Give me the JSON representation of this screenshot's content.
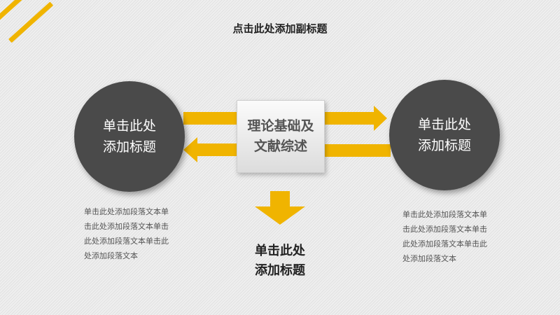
{
  "subtitle": "点击此处添加副标题",
  "left_circle": {
    "line1": "单击此处",
    "line2": "添加标题"
  },
  "right_circle": {
    "line1": "单击此处",
    "line2": "添加标题"
  },
  "center_box": {
    "line1": "理论基础及",
    "line2": "文献综述"
  },
  "bottom_title": {
    "line1": "单击此处",
    "line2": "添加标题"
  },
  "left_paragraph": "单击此处添加段落文本单击此处添加段落文本单击此处添加段落文本单击此处添加段落文本",
  "right_paragraph": "单击此处添加段落文本单击此处添加段落文本单击此处添加段落文本单击此处添加段落文本",
  "colors": {
    "accent": "#f0b400",
    "circle": "#4a4a4a",
    "background": "#e9e9e9"
  }
}
